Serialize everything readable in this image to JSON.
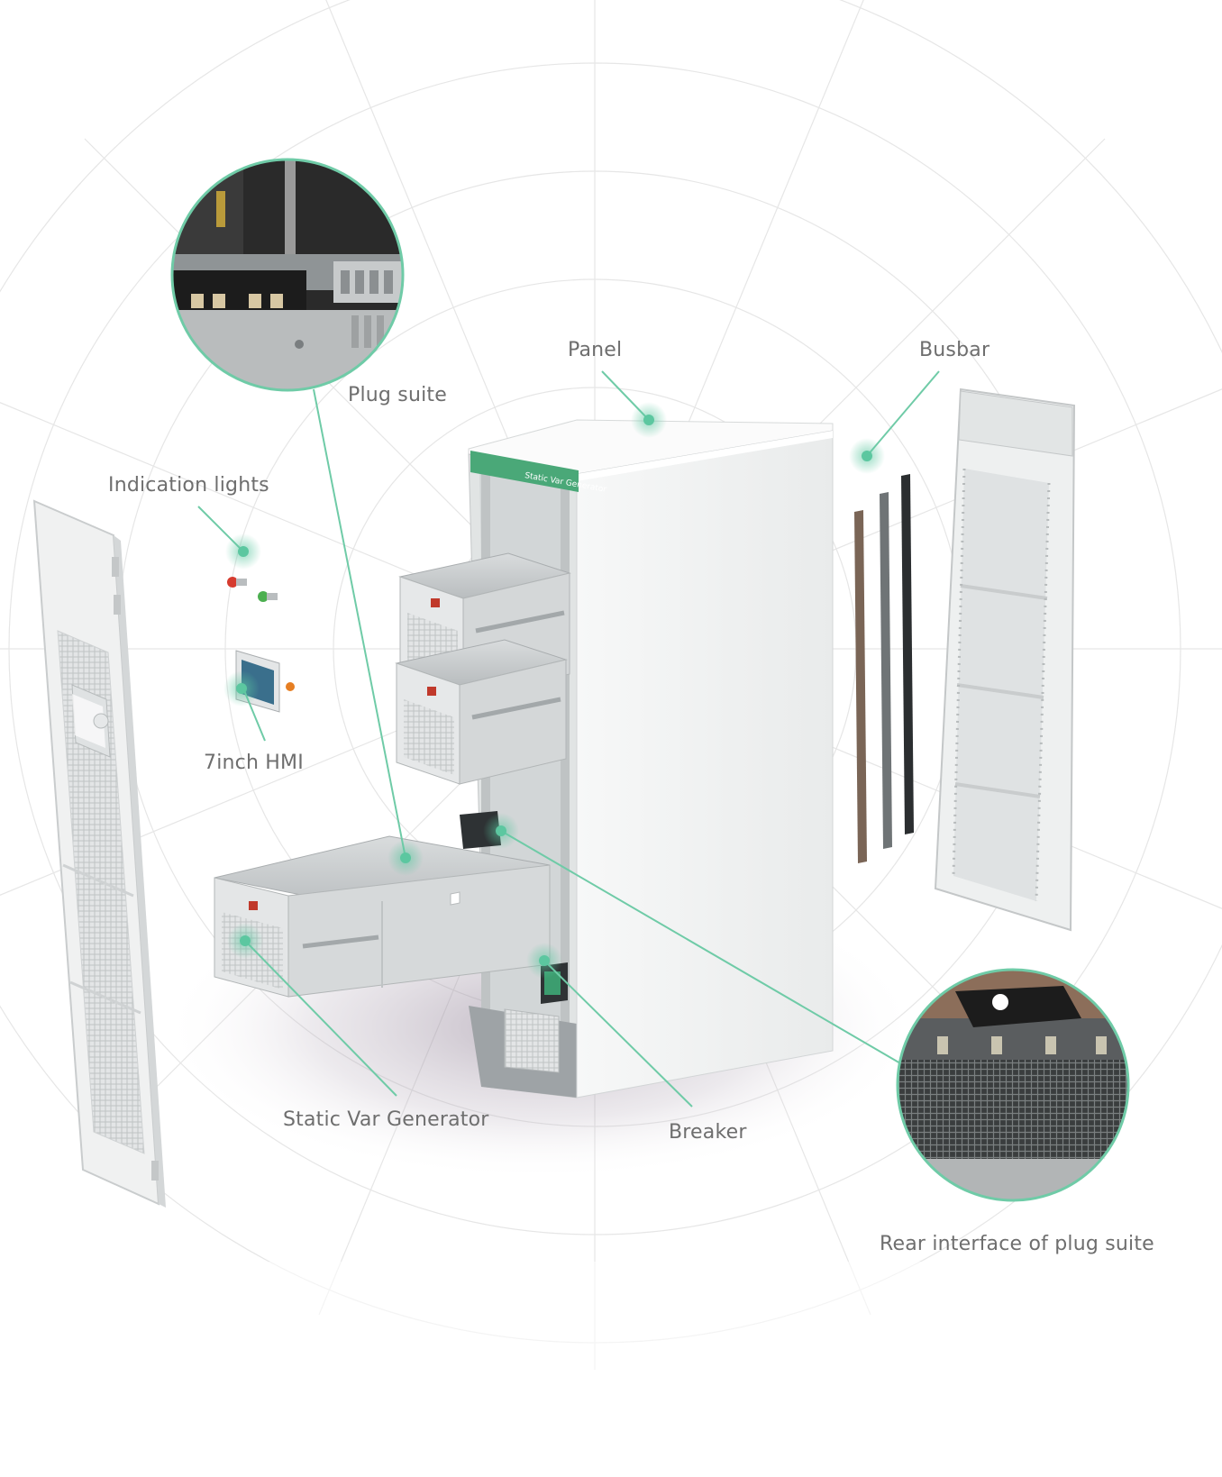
{
  "labels": {
    "panel": "Panel",
    "busbar": "Busbar",
    "plug_suite": "Plug suite",
    "indication_lights": "Indication lights",
    "hmi": "7inch HMI",
    "static_var_generator": "Static Var Generator",
    "breaker": "Breaker",
    "rear_interface": "Rear interface of plug suite"
  },
  "cabinet_nameplate": "Static Var Generator",
  "colors": {
    "accent": "#5cc7a0",
    "leader_line": "#6fcba7",
    "cabinet_white": "#f4f5f5",
    "metal_gray": "#c9cccd",
    "grid_line": "#e6e6e6",
    "text": "#6e6e6e"
  }
}
